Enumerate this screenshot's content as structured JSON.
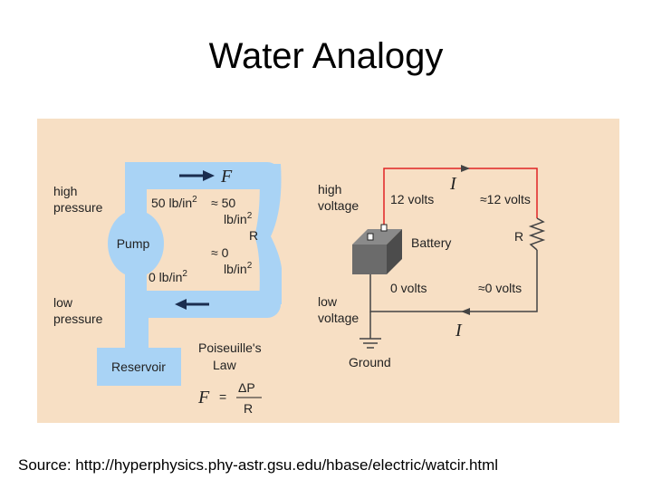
{
  "slide": {
    "title": "Water Analogy",
    "source": "Source: http://hyperphysics.phy-astr.gsu.edu/hbase/electric/watcir.html"
  },
  "colors": {
    "panel_bg": "#f7dfc4",
    "water": "#a9d3f5",
    "wire_high": "#e02424",
    "wire_low": "#444444",
    "battery": "#6b6b6b"
  },
  "water_circuit": {
    "flow_symbol": "F",
    "high_pressure": [
      "high",
      "pressure"
    ],
    "low_pressure": [
      "low",
      "pressure"
    ],
    "pump": "Pump",
    "reservoir": "Reservoir",
    "p_top_left": "50 lb/in",
    "p_top_right_a": "≈ 50",
    "p_top_right_b": "lb/in",
    "resistor": "R",
    "p_bottom_right_a": "≈ 0",
    "p_bottom_right_b": "lb/in",
    "p_bottom_left": "0 lb/in",
    "exponent": "2",
    "law_line1": "Poiseuille's",
    "law_line2": "Law",
    "formula_lhs": "F",
    "formula_eq": "=",
    "formula_num": "ΔP",
    "formula_den": "R"
  },
  "electric_circuit": {
    "current_symbol": "I",
    "high_voltage": [
      "high",
      "voltage"
    ],
    "low_voltage": [
      "low",
      "voltage"
    ],
    "v_top_left": "12 volts",
    "v_top_right": "≈12 volts",
    "resistor": "R",
    "battery": "Battery",
    "v_bottom_left": "0 volts",
    "v_bottom_right": "≈0 volts",
    "ground": "Ground"
  }
}
